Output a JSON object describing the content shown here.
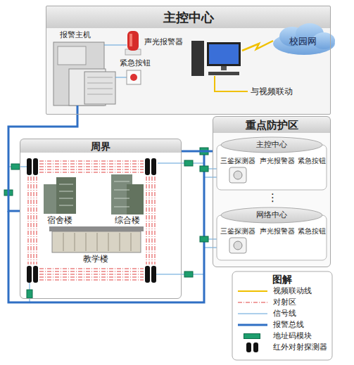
{
  "diagram": {
    "nodes": [
      {
        "text": [
          "主控中心"
        ]
      },
      {
        "text": [
          "报警主机"
        ],
        "in": 0
      },
      {
        "text": [
          "声光报警器"
        ],
        "in": 0
      },
      {
        "text": [
          "紧急按钮"
        ],
        "in": 0
      },
      {
        "text": [
          "校园网"
        ]
      },
      {
        "text": [
          "周界"
        ]
      },
      {
        "text": [
          "宿舍楼"
        ],
        "in": 5
      },
      {
        "text": [
          "综合楼"
        ],
        "in": 5
      },
      {
        "text": [
          "教学楼"
        ],
        "in": 5
      },
      {
        "text": [
          "重点防护区"
        ]
      },
      {
        "text": [
          "主控中心"
        ],
        "in": 9
      },
      {
        "text": [
          "三鉴探测器"
        ],
        "in": 10
      },
      {
        "text": [
          "声光报警器"
        ],
        "in": 10
      },
      {
        "text": [
          "紧急按钮"
        ],
        "in": 10
      },
      {
        "text": [
          "网络中心"
        ],
        "in": 9
      },
      {
        "text": [
          "三鉴探测器"
        ],
        "in": 14
      },
      {
        "text": [
          "声光报警器"
        ],
        "in": 14
      },
      {
        "text": [
          "紧急按钮"
        ],
        "in": 14
      }
    ],
    "edges": [
      {
        "from": 0,
        "to": 5,
        "arrow": "none"
      },
      {
        "from": 5,
        "to": 9,
        "arrow": "none"
      }
    ],
    "labels": [
      "与视频联动",
      "⋮",
      "图解"
    ],
    "legend": [
      {
        "text": "视频联动线"
      },
      {
        "text": "对射区"
      },
      {
        "text": "信号线"
      },
      {
        "text": "报警总线"
      },
      {
        "text": "地址码模块",
        "color": "#1e9e6e"
      },
      {
        "text": "红外对射探测器"
      }
    ]
  }
}
